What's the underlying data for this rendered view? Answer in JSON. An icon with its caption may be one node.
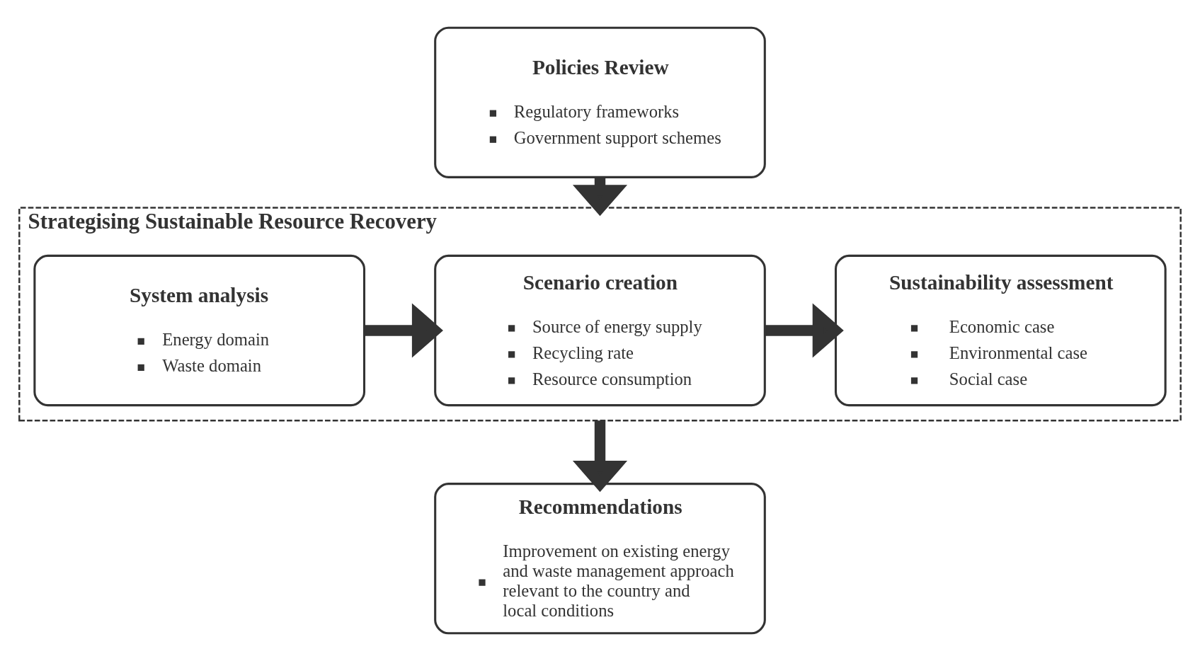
{
  "diagram": {
    "nodes": [
      {
        "text": [
          "Policies Review",
          "Regulatory frameworks",
          "Government support schemes"
        ]
      },
      {
        "text": [
          "Strategising Sustainable Resource Recovery"
        ]
      },
      {
        "text": [
          "System analysis",
          "Energy domain",
          "Waste domain"
        ],
        "in": 1
      },
      {
        "text": [
          "Scenario creation",
          "Source of energy supply",
          "Recycling rate",
          "Resource consumption"
        ],
        "in": 1
      },
      {
        "text": [
          "Sustainability assessment",
          "Economic case",
          "Environmental case",
          "Social case"
        ],
        "in": 1
      },
      {
        "text": [
          "Recommendations",
          "Improvement on existing energy and waste management approach relevant to the country and local conditions"
        ]
      }
    ],
    "edges": [
      {
        "from": 0,
        "to": 1,
        "arrow": "to"
      },
      {
        "from": 2,
        "to": 3,
        "arrow": "to"
      },
      {
        "from": 3,
        "to": 4,
        "arrow": "to"
      },
      {
        "from": 1,
        "to": 5,
        "arrow": "to"
      }
    ]
  }
}
